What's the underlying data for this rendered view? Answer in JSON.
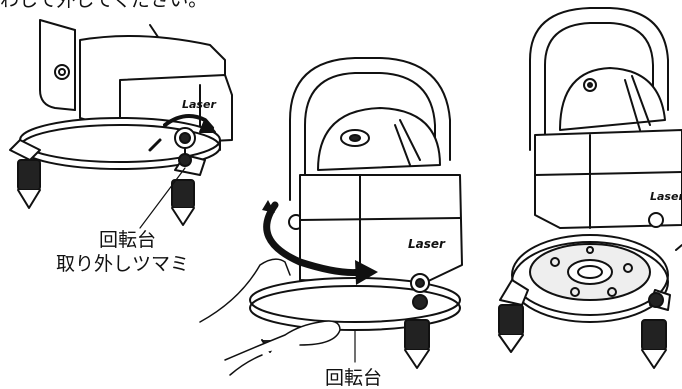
{
  "header": {
    "top_text": "わして外してください。"
  },
  "labels": {
    "knob_line1": "回転台",
    "knob_line2": "取り外しツマミ",
    "turntable": "回転台"
  },
  "brand": {
    "logo_text": "Laser"
  },
  "colors": {
    "line": "#111111",
    "fill": "#ffffff",
    "shade": "#e9e9e9",
    "dark": "#222222"
  }
}
